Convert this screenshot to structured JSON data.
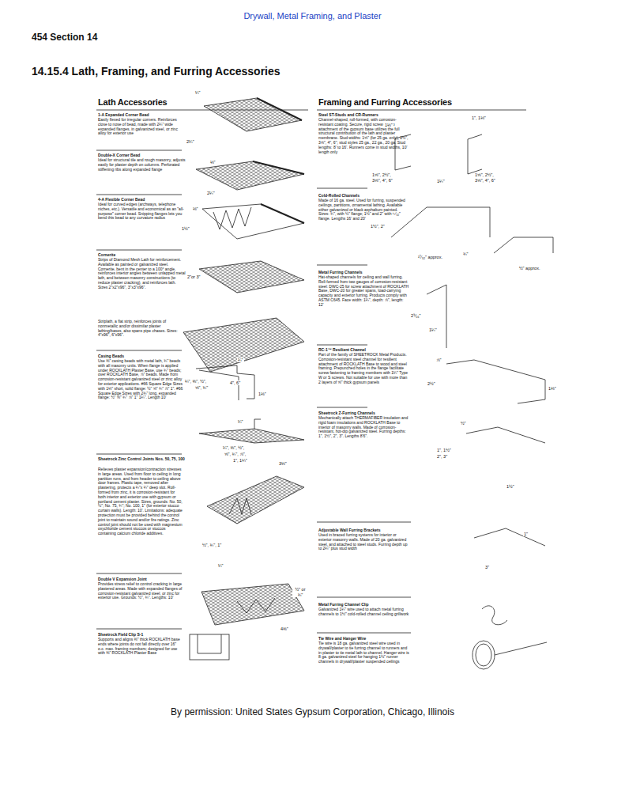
{
  "diagram": {
    "title": "14.15.4 Lath, Framing, and Furring Accessories",
    "caption": "By permission: United States Gypsum Corporation, Chicago, Illinois",
    "labels": [
      "Drywall, Metal Framing, and Plaster",
      "454 Section 14",
      "Lath Accessories",
      "Framing and Furring Accessories",
      "1-A Expanded Corner Bead",
      "Easily flexed for irregular corners. Reinforces close to nose of bead, made with 2¼\" wide expanded flanges, in galvanized steel, or zinc alloy for exterior use",
      "¼\"",
      "2¼\"",
      "Double-X Corner Bead",
      "Ideal for structural tile and rough masonry, adjusts easily for plaster depth on columns. Perforated stiffening ribs along expanded flange",
      "⅛\"",
      "2¼\"",
      "4-A Flexible Corner Bead",
      "Ideal for curved edges (archways, telephone niches, etc.). Versatile and economical as an \"all-purpose\" corner bead. Snipping flanges lets you bend this bead to any curvature radius",
      "⅛\"",
      "1½\"",
      "Cornerite",
      "Strips of Diamond Mesh Lath for reinforcement. Available as painted or galvanized steel. Cornerite, bent in the center to a 100° angle, reinforces interior angles between unlapped metal lath, and between masonry constructions (to reduce plaster cracking), and reinforces lath. Sizes 2\"x2\"x96\", 3\"x3\"x96\".",
      "2\"or 3\"",
      "Striplath, a flat strip, reinforces joints of nonmetallic and/or dissimilar plaster lathing/bases, also spans pipe chases. Sizes: 4\"x96\", 6\"x96\".",
      "4\", 6\"",
      "Casing Beads",
      "Use ⅜\" casing beads with metal lath, ¾\" beads with all masonry units. When flange is applied under ROCKLATH Plaster Base, use ¾\" beads; over ROCKLATH Base, ⅞\" beads. Made from corrosion-resistant galvanized steel or zinc alloy for exterior applications. #66 Square Edge Sizes with 1⅛\" short, solid flange: ½\" ⅝\" ¾\" ⅞\" 1\". #66 Square Edge Sizes with 2¾\" long, expanded flange: ½\" ⅝\" ¾\" ⅞\" 1\" 1¼\". Length 10'",
      "¼\"",
      "¼\", ⅜\", ½\",",
      "⅝\", ¾\"",
      "1⅛\"",
      "¼\"",
      "¼\", ⅜\", ½\",",
      "⅝\", ¾\", ⅞\",",
      "1\", 1¼\"",
      "Sheetrock Zinc Control Joints Nos. 50, 75, 100",
      "Relieves plaster expansion/contraction stresses in large areas. Used from floor to ceiling in long partition runs, and from header to ceiling above door frames. Plastic tape, removed after plastering, protects a ¼\"x ¼\" deep slot. Roll-formed from zinc, it is corrosion-resistant for both interior and exterior use with gypsum or portland cement plaster. Sizes, grounds: No. 50, ½\"; No. 75, ¾\"; No. 100, 1\" (for exterior stucco curtain walls). Length: 10'. Limitations: adequate protection must be provided behind the control joint to maintain sound and/or fire ratings. Zinc control joint should not be used with magnesium oxychloride cement stuccos or stuccos containing calcium chloride additives.",
      "3⅛\"",
      "½\", ¾\", 1\"",
      "¼\"",
      "Double V Expansion Joint",
      "Provides stress relief to control cracking in large plastered areas. Made with expanded flanges of corrosion-resistant galvanized steel, or zinc for exterior use. Grounds: ½\", ¾\". Lengths: 10'",
      "4⅜\"",
      "½\" or ¾\"",
      "Sheetrock Field Clip S-1",
      "Supports and aligns ⅜\" thick ROCKLATH base ends where joints do not fall directly over 16\" o.c. max. framing members; designed for use with ⅜\" ROCKLATH Plaster Base",
      "Steel ST-Studs and CR-Runners",
      "Channel-shaped, roll-formed, with corrosion-resistant coating. Secure, rigid screw or clip attachment of the gypsum base utilizes the full structural contribution of the lath and plaster membrane. Stud widths: 1⅝\" (for 25 ga. only), 2½\", 3⅝\", 4\", 6\"; stud styles 25 ga., 22 ga., 20 ga. Stud lengths: 8' to 16'. Runners come in stud widths, 10' length only",
      "1⅛\"",
      "1\", 1⅛\"",
      "1⅝\", 2½\",",
      "3⅝\", 4\", 6\"",
      "1⅝\", 2½\",",
      "3⅝\", 4\", 6\"",
      "1¼\"",
      "Cold-Rolled Channels",
      "Made of 16 ga. steel. Used for furring, suspended ceilings, partitions, ornamental lathing. Available either galvanized or black asphaltum painted. Sizes: ¾\", with ½\" flange; 1½\" and 2\" with ¹⁷⁄₃₂\" flange. Lengths 16' and 20'",
      "1½\", 2\"",
      "¾\"",
      "¹⁷⁄₃₂\" approx.",
      "½\" approx.",
      "Metal Furring Channels",
      "Hat-shaped channels for ceiling and wall furring. Roll-formed from two gauges of corrosion-resistant steel: DWC-25 for screw attachment of ROCKLATH Base, DWC-20 for greater spans, load-carrying capacity and exterior furring. Products comply with ASTM C645. Face width: 1¼\", depth: ⅞\", length: 12'",
      "2⁹⁄₁₆\"",
      "1¼\"",
      "⅞\"",
      "RC-1™ Resilient Channel",
      "Part of the family of SHEETROCK Metal Products. Corrosion-resistant steel channel for resilient attachment of ROCKLATH Base to wood and steel framing. Prepunched holes in the flange facilitate screw fastening to framing members with 1¼\" Type W or S screws. Not suitable for use with more than 2 layers of ⅝\" thick gypsum panels",
      "2½\"",
      "1⅛\"",
      "½\"",
      "Sheetrock Z-Furring Channels",
      "Mechanically attach THERMAFIBER insulation and rigid foam insulations and ROCKLATH Base to interior of masonry walls. Made of corrosion-resistant, hot-dip galvanized steel. Furring depths: 1\", 1½\", 2\", 3\". Lengths 8'6\".",
      "1\", 1½\"",
      "2\", 3\"",
      "1½\"",
      "Adjustable Wall Furring Brackets",
      "Used in braced furring systems for interior or exterior masonry walls. Made of 20 ga. galvanized steel, and attached to steel studs. Furring depth up to 2¼\" plus stud width",
      "1\"",
      "3\"",
      "Metal Furring Channel Clip",
      "Galvanized 1¼\" wire used to attach metal furring channels to 1½\" cold-rolled channel ceiling grillwork",
      "Tie Wire and Hanger Wire",
      "Tie wire is 18 ga. galvanized steel wire used in drywall/plaster to tie furring channel to runners and in plaster to tie metal lath to channel. Hanger wire is 8 ga. galvanized steel for hanging 1½\" runner channels in drywall/plaster suspended ceilings"
    ]
  }
}
